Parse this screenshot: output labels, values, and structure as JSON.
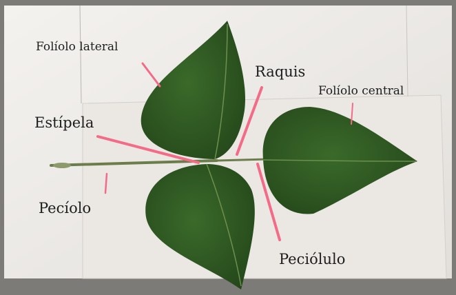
{
  "labels": {
    "lateral_leaflet": "Folíolo lateral",
    "rachis": "Raquis",
    "central_leaflet": "Folíolo central",
    "stipule": "Estípela",
    "petiole": "Pecíolo",
    "petiolule": "Peciólulo"
  },
  "colors": {
    "background": "#7d7b78",
    "paper": "#f1efec",
    "paper_shade": "#dcd9d5",
    "leaf": "#2f5a22",
    "leaf_dark": "#24461a",
    "vein": "#6e8f4e",
    "pointer": "#f36b86"
  }
}
